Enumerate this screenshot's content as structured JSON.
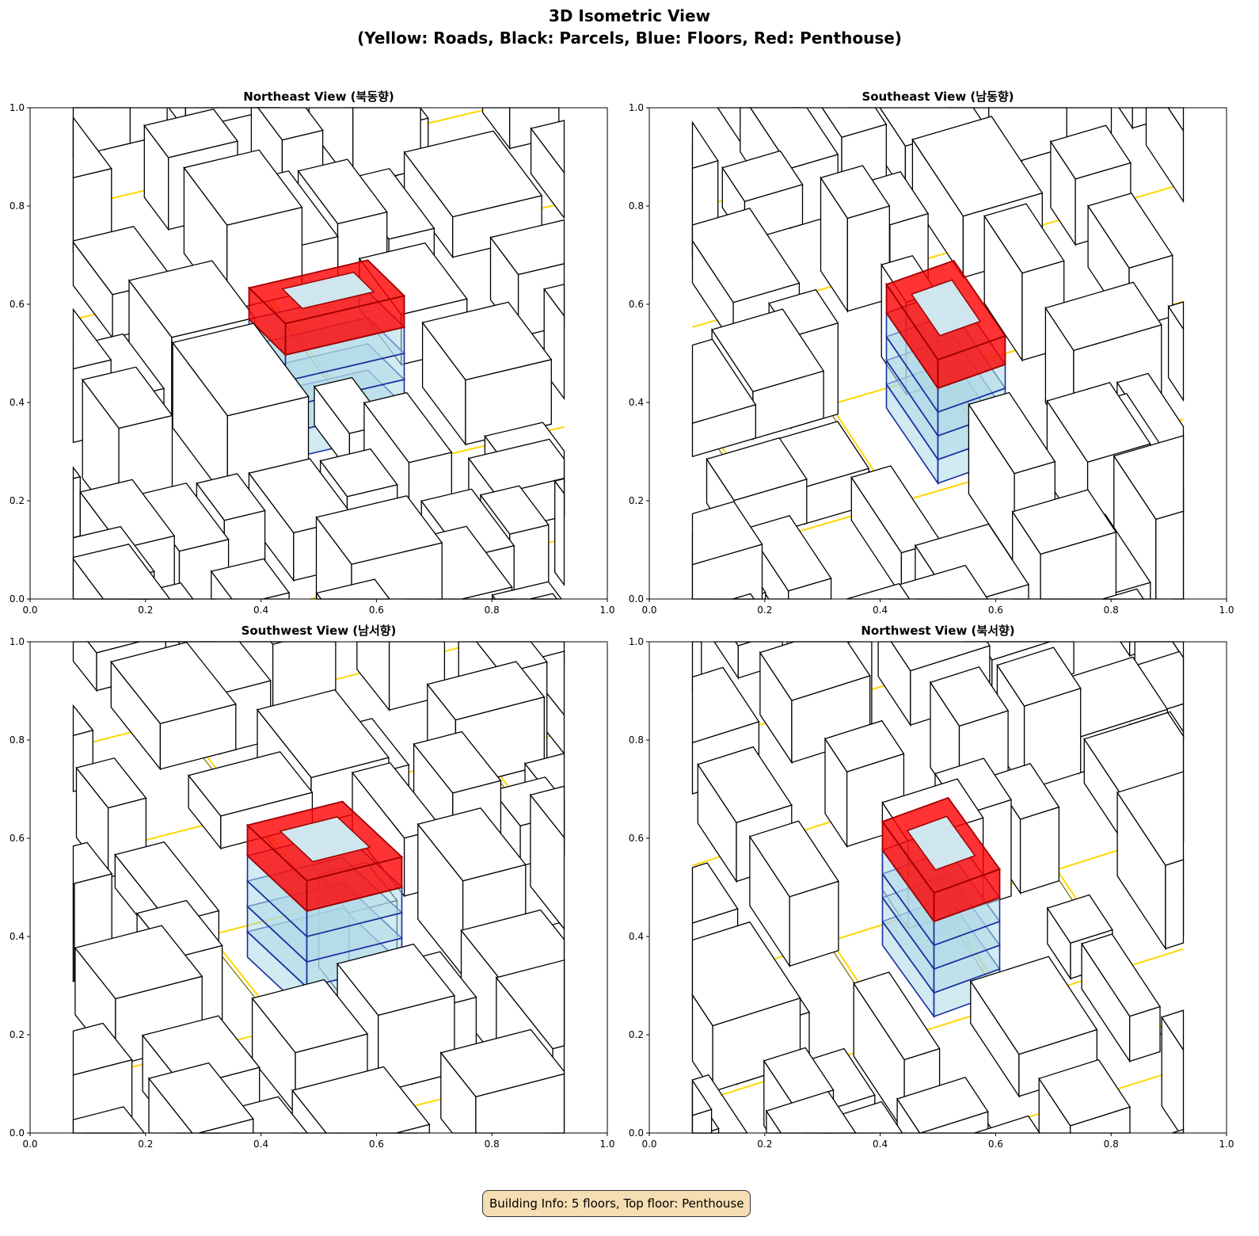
{
  "figure": {
    "title_line1": "3D Isometric View",
    "title_line2": "(Yellow: Roads, Black: Parcels, Blue: Floors, Red: Penthouse)",
    "info_box": "Building Info: 5 floors, Top floor: Penthouse"
  },
  "colors": {
    "road": "#ffd700",
    "parcel": "#000000",
    "floor_fill": "#add8e6",
    "floor_edge": "#1a2fa0",
    "penthouse": "#ff0000"
  },
  "chart_data": {
    "type": "image-grid",
    "panels": [
      {
        "title": "Northeast View (북동향)"
      },
      {
        "title": "Southeast View (남동향)"
      },
      {
        "title": "Southwest View (남서향)"
      },
      {
        "title": "Northwest View (북서향)"
      }
    ],
    "xlim": [
      0,
      1
    ],
    "ylim": [
      0,
      1
    ],
    "xticks": [
      "0.0",
      "0.2",
      "0.4",
      "0.6",
      "0.8",
      "1.0"
    ],
    "yticks": [
      "0.0",
      "0.2",
      "0.4",
      "0.6",
      "0.8",
      "1.0"
    ],
    "building": {
      "floors": 5,
      "top_floor": "Penthouse"
    }
  }
}
